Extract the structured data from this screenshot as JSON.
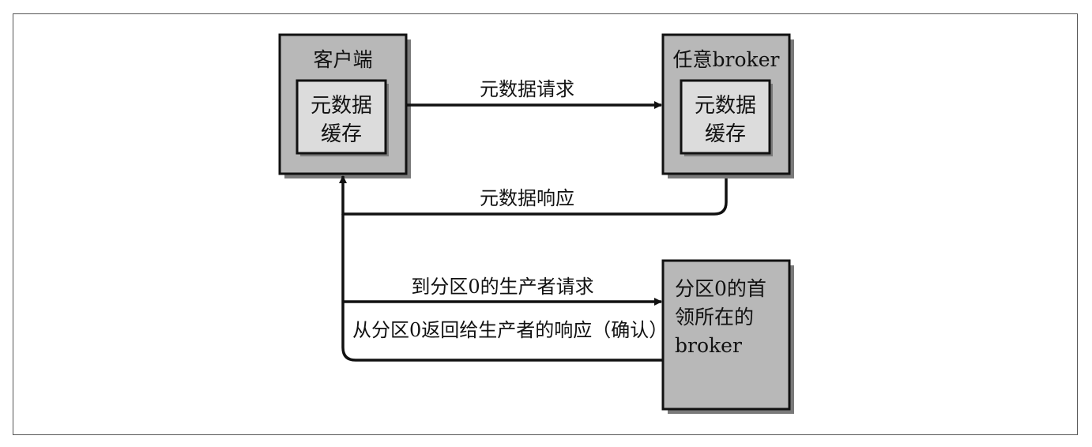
{
  "nodes": {
    "client": {
      "title": "客户端",
      "cache_line1": "元数据",
      "cache_line2": "缓存"
    },
    "any_broker": {
      "title": "任意broker",
      "cache_line1": "元数据",
      "cache_line2": "缓存"
    },
    "leader_broker": {
      "line1": "分区0的首",
      "line2": "领所在的",
      "line3": "broker"
    }
  },
  "edges": {
    "metadata_request": "元数据请求",
    "metadata_response": "元数据响应",
    "produce_request": "到分区0的生产者请求",
    "produce_response": "从分区0返回给生产者的响应（确认）"
  },
  "colors": {
    "box_outer": "#b8b8b8",
    "box_inner": "#dcdcdc",
    "stroke": "#111111"
  }
}
